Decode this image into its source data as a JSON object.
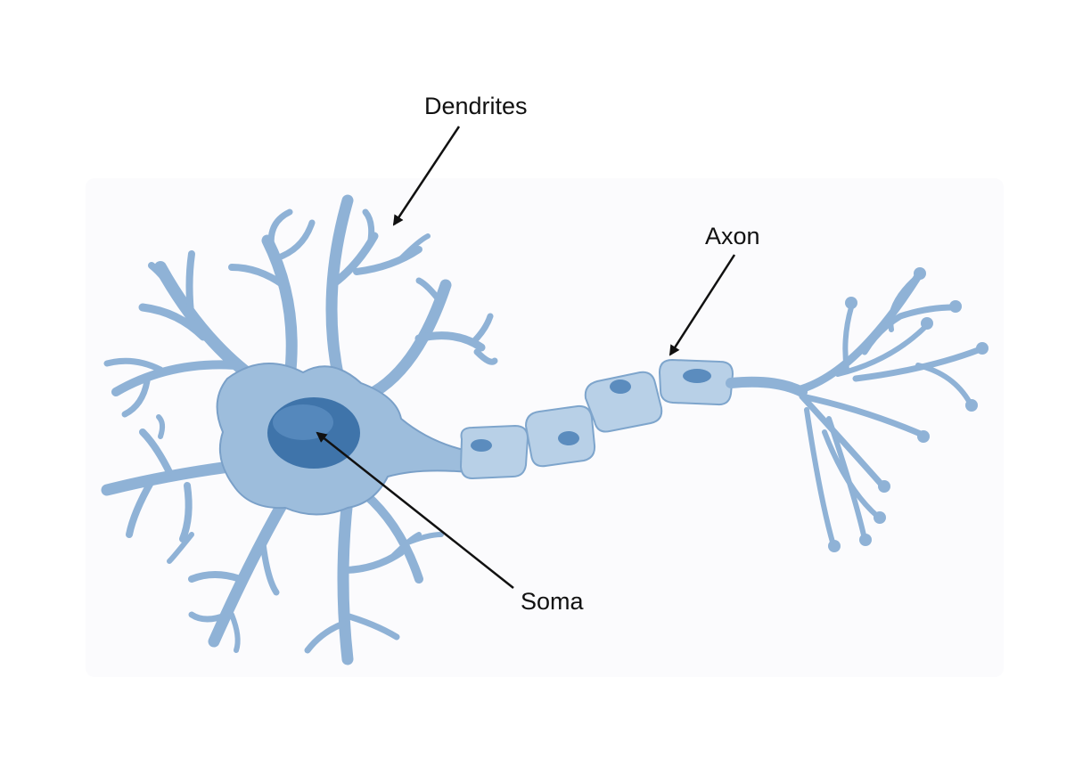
{
  "labels": {
    "dendrites": "Dendrites",
    "axon": "Axon",
    "soma": "Soma"
  },
  "colors": {
    "cell_body": "#9dbddc",
    "cell_outline": "#6f97c2",
    "branch": "#8fb2d6",
    "nucleus": "#3f74aa",
    "nucleus_highlight": "#5b8dc0",
    "myelin": "#b8d0e7",
    "myelin_nucleus": "#5b8cbe",
    "arrow": "#111111",
    "background_tint": "#fbfbfd"
  },
  "icons": {
    "arrow_dendrites": "arrow-down-left",
    "arrow_axon": "arrow-down-left",
    "arrow_soma": "arrow-up-left"
  }
}
